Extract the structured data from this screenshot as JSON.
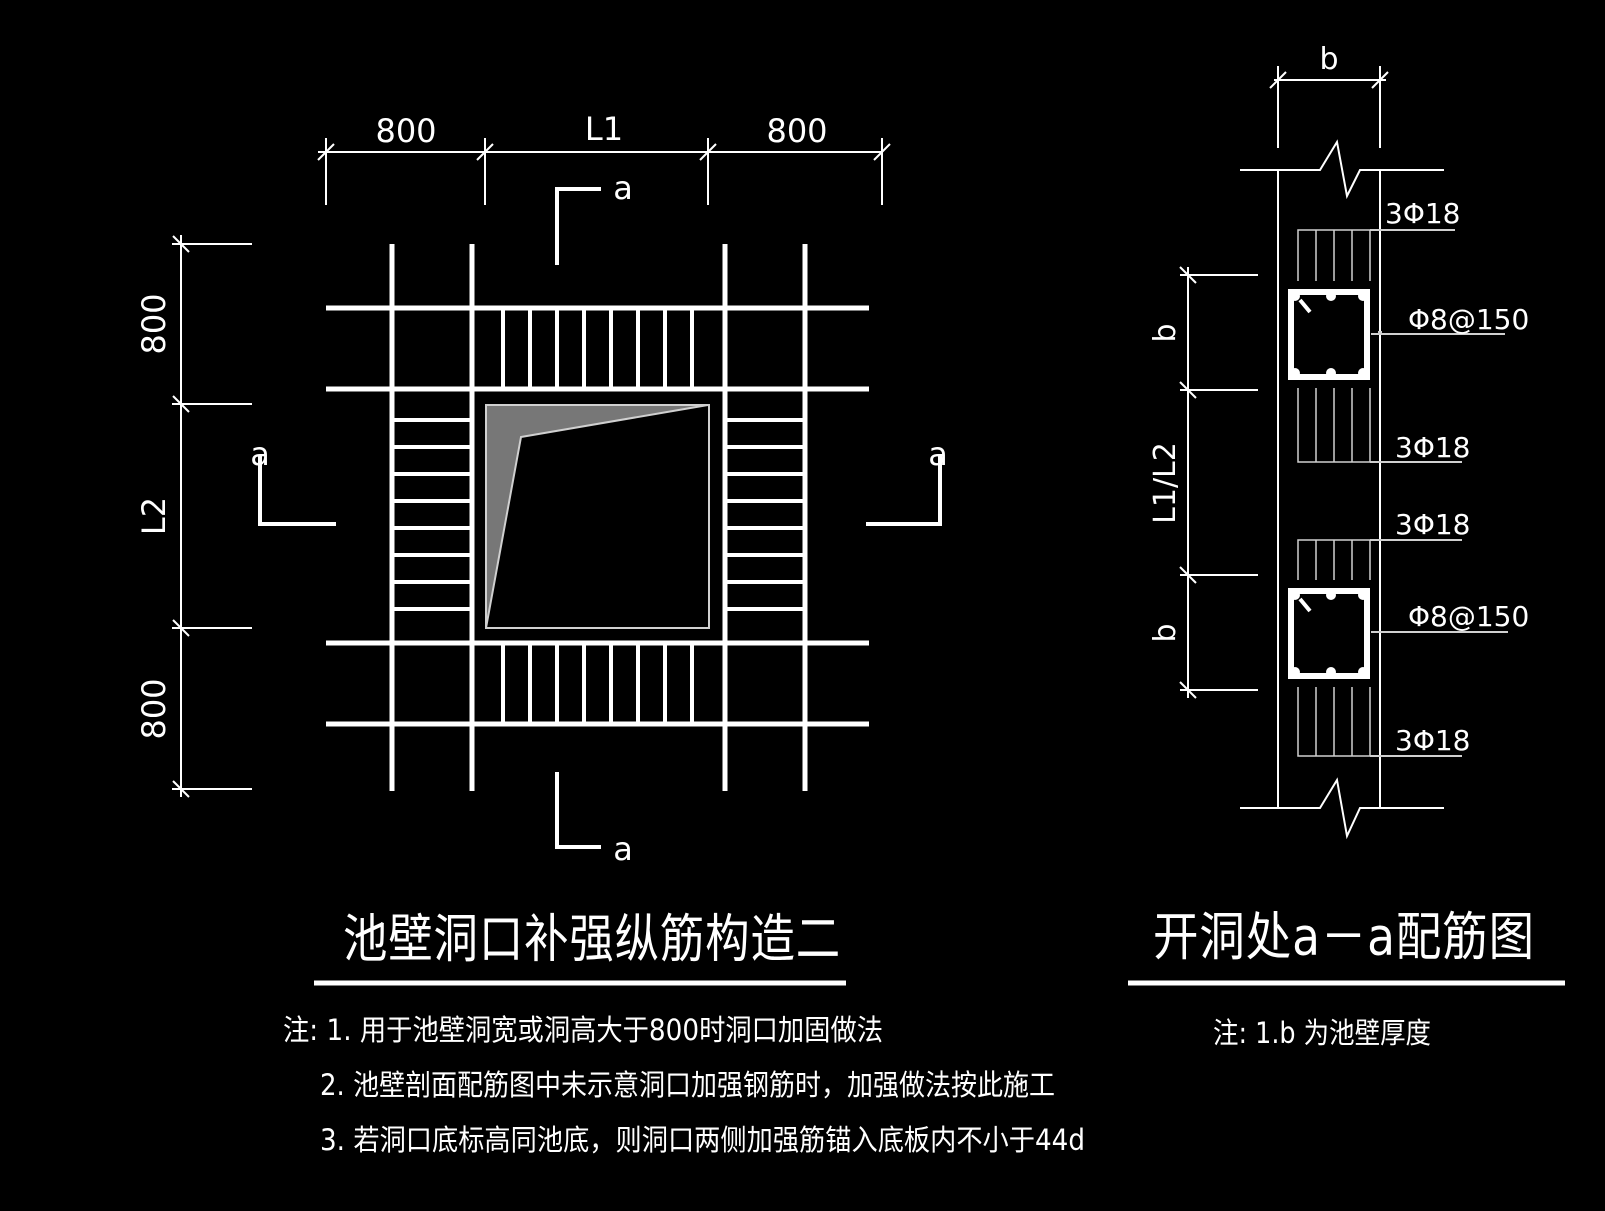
{
  "colors": {
    "background": "#000000",
    "line": "#ffffff",
    "thin": "#d0d0d0",
    "fill": "#777777"
  },
  "plan": {
    "dim_top": [
      "800",
      "L1",
      "800"
    ],
    "dim_left": [
      "800",
      "L2",
      "800"
    ],
    "section_marks": [
      "a",
      "a",
      "a",
      "a"
    ],
    "title": "池壁洞口补强纵筋构造二",
    "notes": [
      "注: 1. 用于池壁洞宽或洞高大于800时洞口加固做法",
      "2. 池壁剖面配筋图中未示意洞口加强钢筋时，加强做法按此施工",
      "3. 若洞口底标高同池底，则洞口两侧加强筋锚入底板内不小于44d"
    ]
  },
  "section": {
    "dim_top": "b",
    "dim_left": [
      "b",
      "L1/L2",
      "b"
    ],
    "rebar_labels": [
      "3Φ18",
      "3Φ18",
      "3Φ18",
      "3Φ18"
    ],
    "stirrup_labels": [
      "Φ8@150",
      "Φ8@150"
    ],
    "title": "开洞处a－a配筋图",
    "notes": [
      "注: 1.b 为池壁厚度"
    ]
  }
}
